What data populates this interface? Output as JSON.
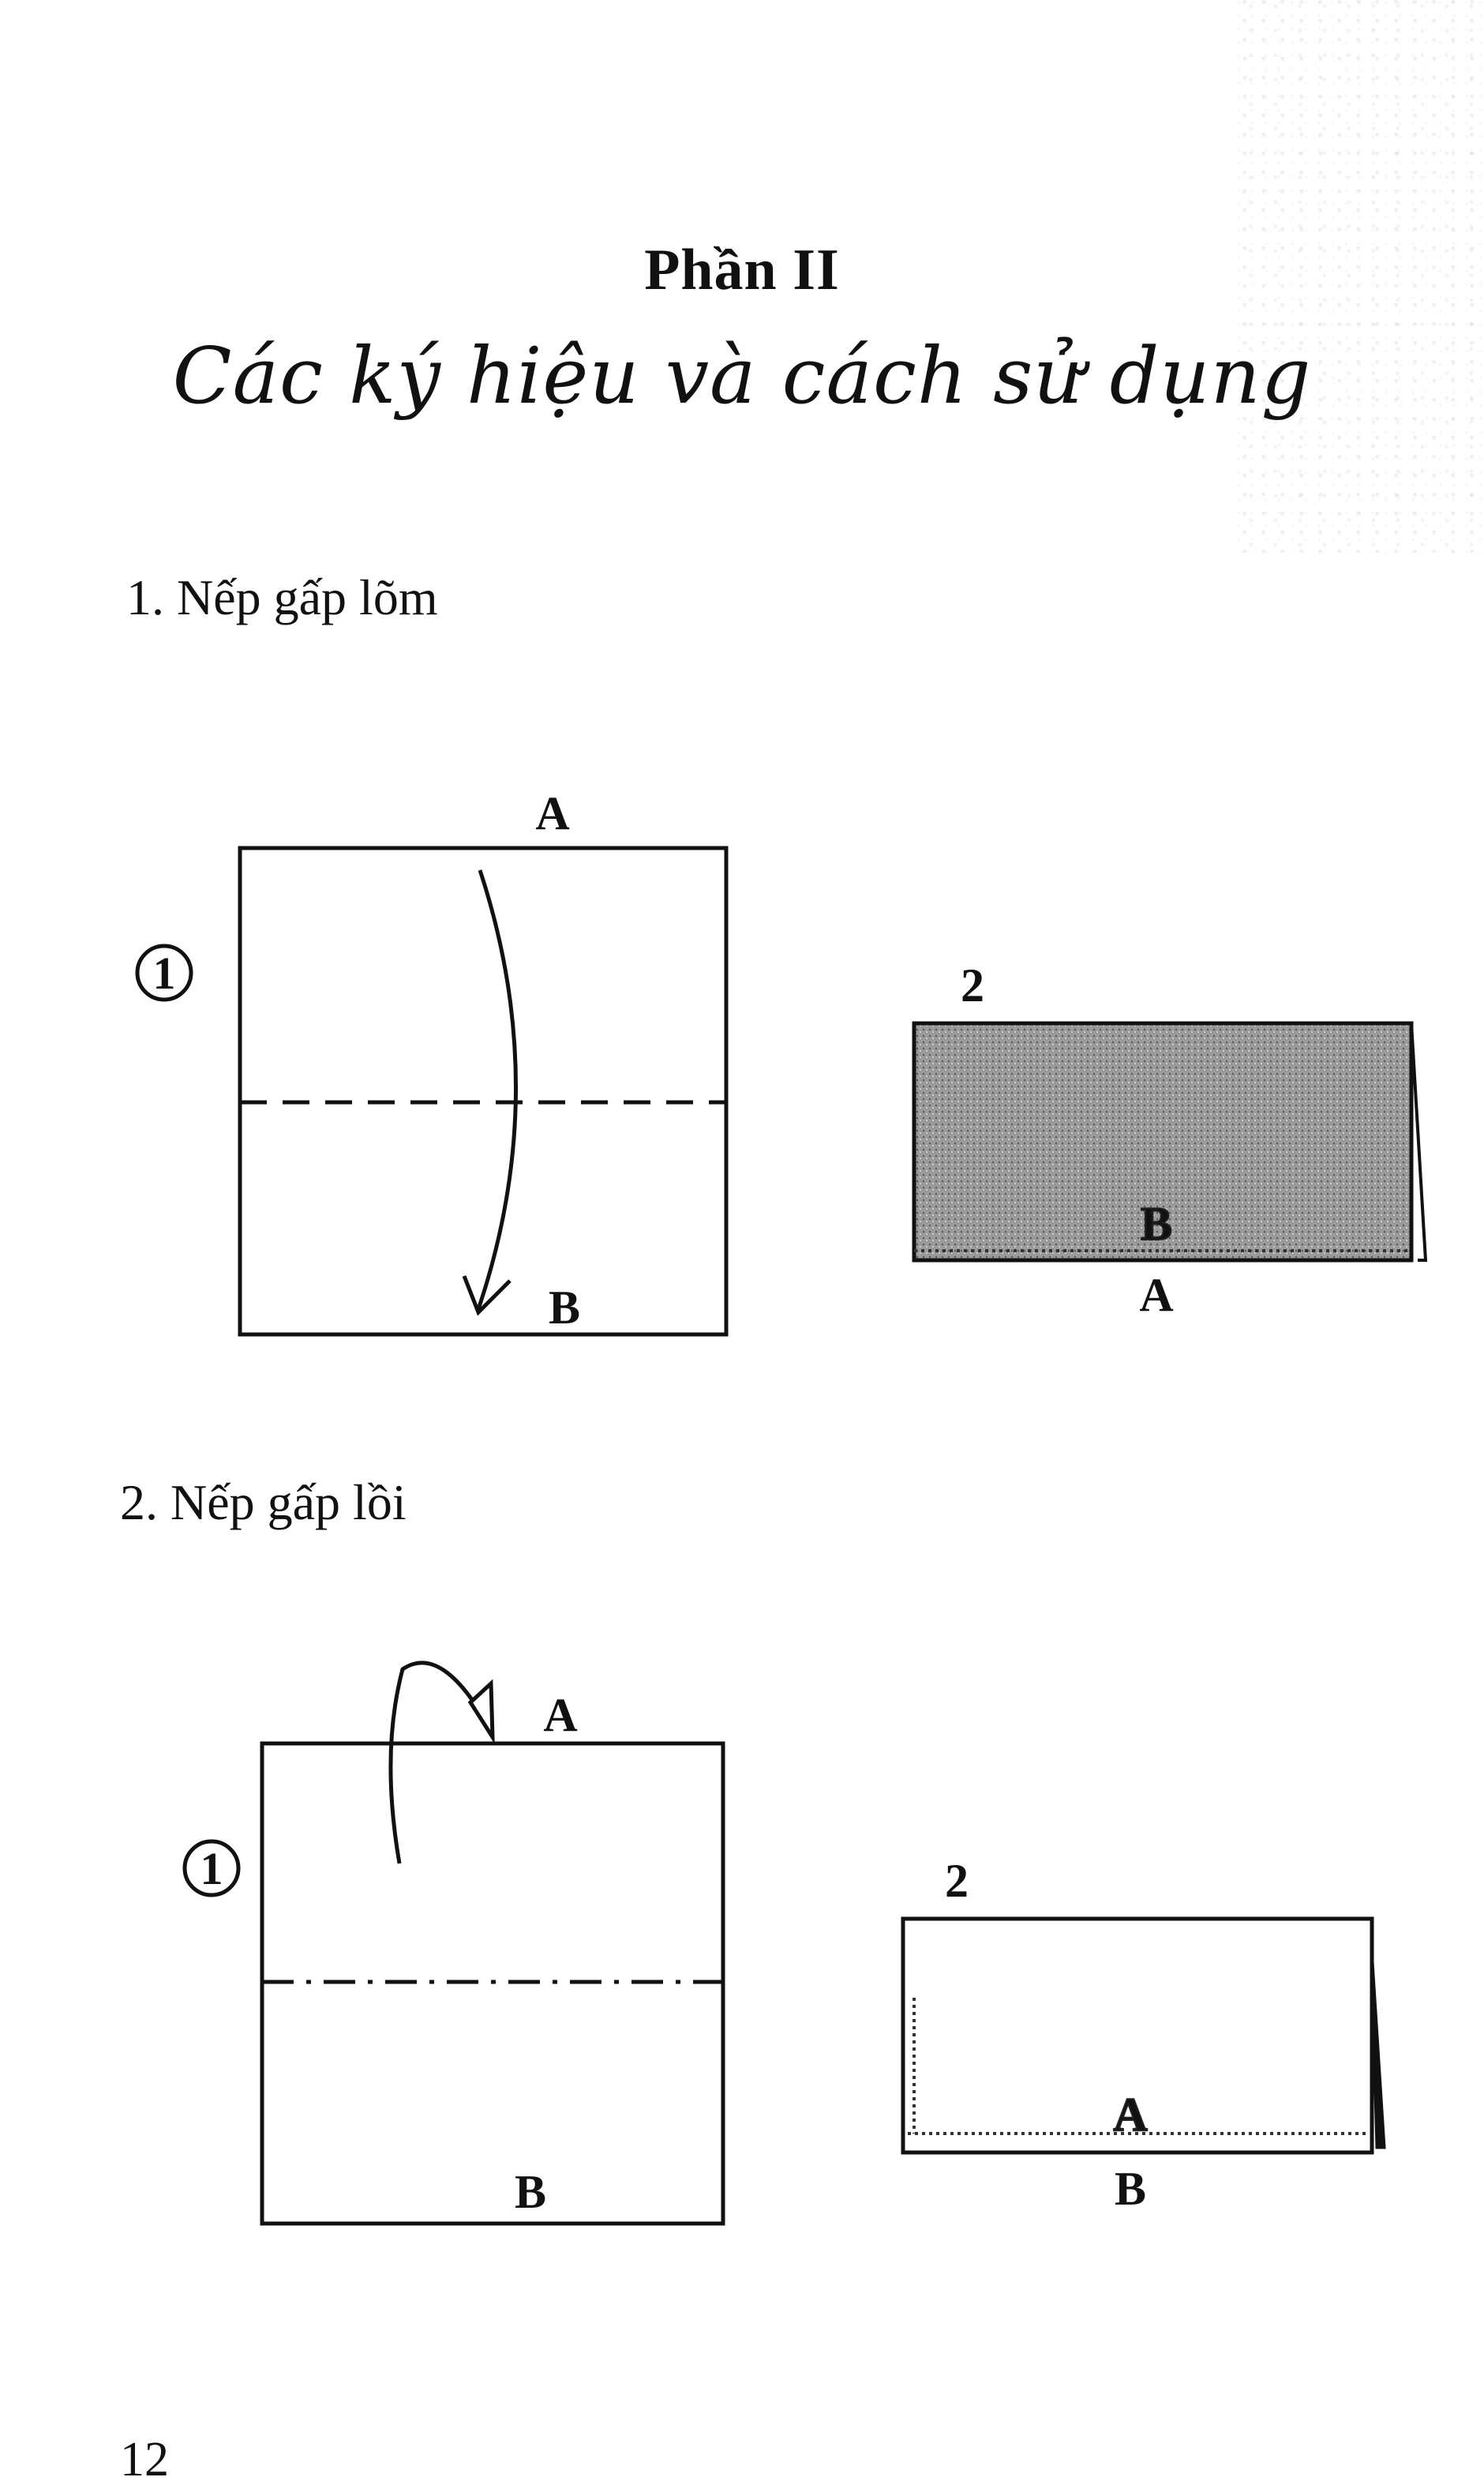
{
  "header": {
    "part_title": "Phần II",
    "subtitle": "Các ký hiệu và cách sử dụng"
  },
  "sections": [
    {
      "heading": "1. Nếp gấp lõm",
      "step1": {
        "number": "1",
        "top_label": "A",
        "bottom_label": "B",
        "fold_line": "dashed",
        "arrow": "curved-down"
      },
      "step2": {
        "number": "2",
        "inner_label": "B",
        "bottom_label": "A",
        "fill": "shaded"
      }
    },
    {
      "heading": "2. Nếp gấp lồi",
      "step1": {
        "number": "1",
        "top_label": "A",
        "bottom_label": "B",
        "fold_line": "dash-dot",
        "arrow": "loop-over"
      },
      "step2": {
        "number": "2",
        "inner_label": "A",
        "bottom_label": "B",
        "fill": "white"
      }
    }
  ],
  "footer": {
    "page_number": "12"
  }
}
